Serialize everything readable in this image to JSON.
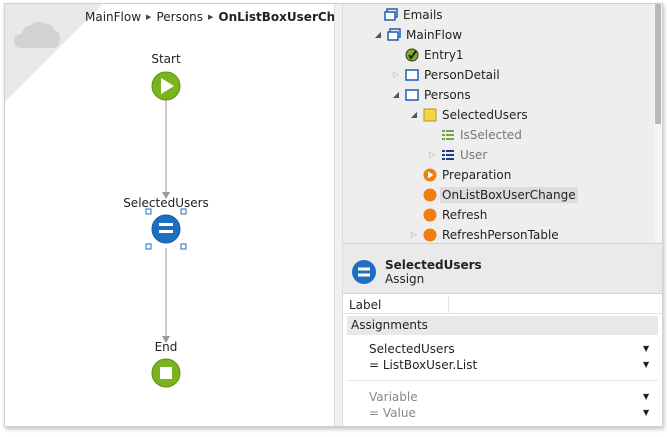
{
  "breadcrumb": {
    "items": [
      "MainFlow",
      "Persons"
    ],
    "current": "OnListBoxUserChange"
  },
  "flow": {
    "nodes": [
      {
        "name": "start",
        "label": "Start"
      },
      {
        "name": "assign",
        "label": "SelectedUsers"
      },
      {
        "name": "end",
        "label": "End"
      }
    ]
  },
  "tree": {
    "items": [
      {
        "label": "Emails",
        "icon": "screen-folder-icon",
        "arrow": "",
        "state": ""
      },
      {
        "label": "MainFlow",
        "icon": "flow-icon",
        "arrow": "expanded",
        "state": ""
      },
      {
        "label": "Entry1",
        "icon": "entry-check-icon",
        "arrow": "",
        "state": ""
      },
      {
        "label": "PersonDetail",
        "icon": "screen-icon",
        "arrow": "collapsed",
        "state": ""
      },
      {
        "label": "Persons",
        "icon": "screen-icon",
        "arrow": "expanded",
        "state": ""
      },
      {
        "label": "SelectedUsers",
        "icon": "local-variable-icon",
        "arrow": "expanded",
        "state": ""
      },
      {
        "label": "IsSelected",
        "icon": "attribute-list-icon",
        "arrow": "",
        "state": "dim"
      },
      {
        "label": "User",
        "icon": "entity-icon",
        "arrow": "collapsed",
        "state": "dim"
      },
      {
        "label": "Preparation",
        "icon": "preparation-icon",
        "arrow": "",
        "state": ""
      },
      {
        "label": "OnListBoxUserChange",
        "icon": "action-icon",
        "arrow": "",
        "state": "selected"
      },
      {
        "label": "Refresh",
        "icon": "action-icon",
        "arrow": "",
        "state": ""
      },
      {
        "label": "RefreshPersonTable",
        "icon": "action-icon",
        "arrow": "collapsed",
        "state": ""
      }
    ]
  },
  "properties": {
    "title": "SelectedUsers",
    "subtitle": "Assign",
    "label_key": "Label",
    "label_value": "",
    "section": "Assignments",
    "assignments": [
      {
        "variable": "SelectedUsers",
        "value": "= ListBoxUser.List"
      }
    ],
    "placeholder": {
      "variable": "Variable",
      "value": "= Value"
    }
  },
  "colors": {
    "start_node": "#7ab31e",
    "assign_node": "#1f6fc0",
    "action_orange": "#ef7d10",
    "tree_bg": "#eeeeee"
  }
}
